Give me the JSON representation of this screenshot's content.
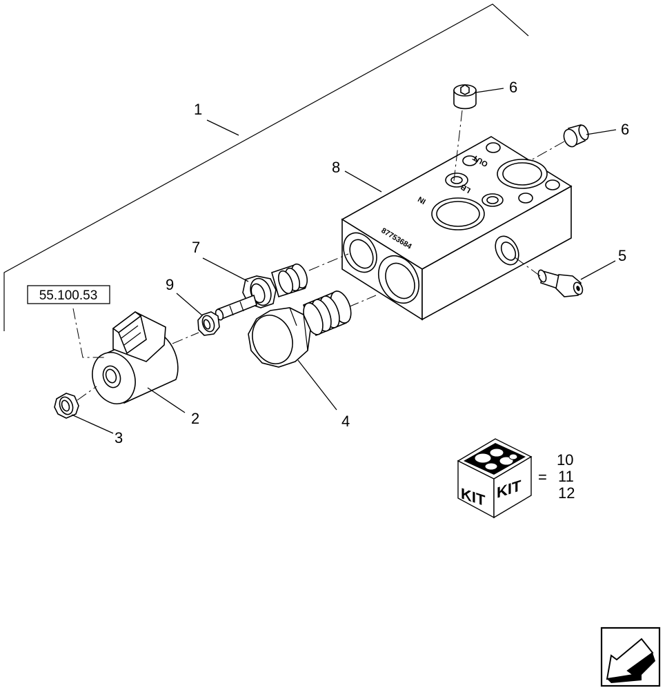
{
  "callouts": {
    "c1": "1",
    "c2": "2",
    "c3": "3",
    "c4": "4",
    "c5": "5",
    "c6a": "6",
    "c6b": "6",
    "c7": "7",
    "c8": "8",
    "c9": "9"
  },
  "reference_box": "55.100.53",
  "block_markings": {
    "part_number": "87753684",
    "port_out": "OUT",
    "port_in": "IN",
    "port_lb": "LB"
  },
  "kit": {
    "label_left": "KIT",
    "label_right": "KIT",
    "equals": "=",
    "items": [
      "10",
      "11",
      "12"
    ]
  },
  "icons": [
    "parts-kit-box-icon",
    "navigation-arrow-icon"
  ]
}
